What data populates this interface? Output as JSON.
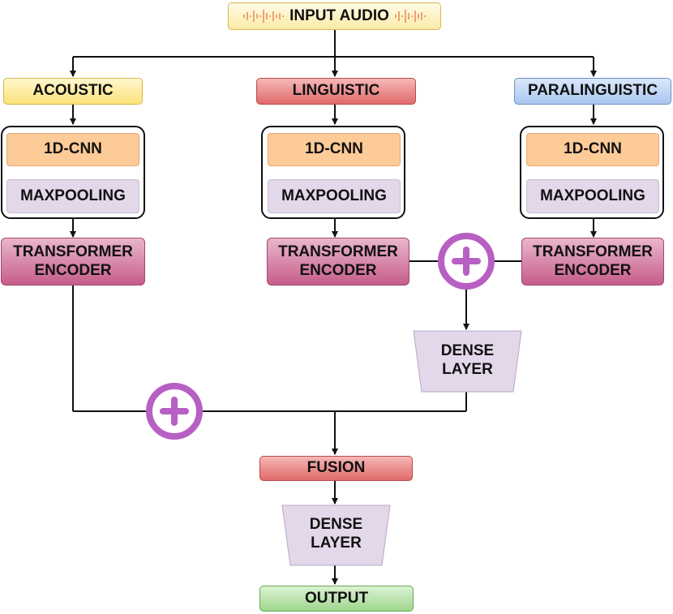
{
  "input": {
    "label": "INPUT AUDIO"
  },
  "branches": {
    "acoustic": {
      "label": "ACOUSTIC",
      "cnn": "1D-CNN",
      "pool": "MAXPOOLING",
      "enc1": "TRANSFORMER",
      "enc2": "ENCODER"
    },
    "linguistic": {
      "label": "LINGUISTIC",
      "cnn": "1D-CNN",
      "pool": "MAXPOOLING",
      "enc1": "TRANSFORMER",
      "enc2": "ENCODER"
    },
    "paralinguistic": {
      "label": "PARALINGUISTIC",
      "cnn": "1D-CNN",
      "pool": "MAXPOOLING",
      "enc1": "TRANSFORMER",
      "enc2": "ENCODER"
    }
  },
  "dense_mid": {
    "line1": "DENSE",
    "line2": "LAYER"
  },
  "fusion": {
    "label": "FUSION"
  },
  "dense_final": {
    "line1": "DENSE",
    "line2": "LAYER"
  },
  "output": {
    "label": "OUTPUT"
  },
  "colors": {
    "adder": "#b85fc4",
    "line": "#111111",
    "waveform": "#e8875a"
  },
  "icons": {
    "adder": "plus-circle-icon",
    "waveform": "audio-waveform-icon"
  }
}
